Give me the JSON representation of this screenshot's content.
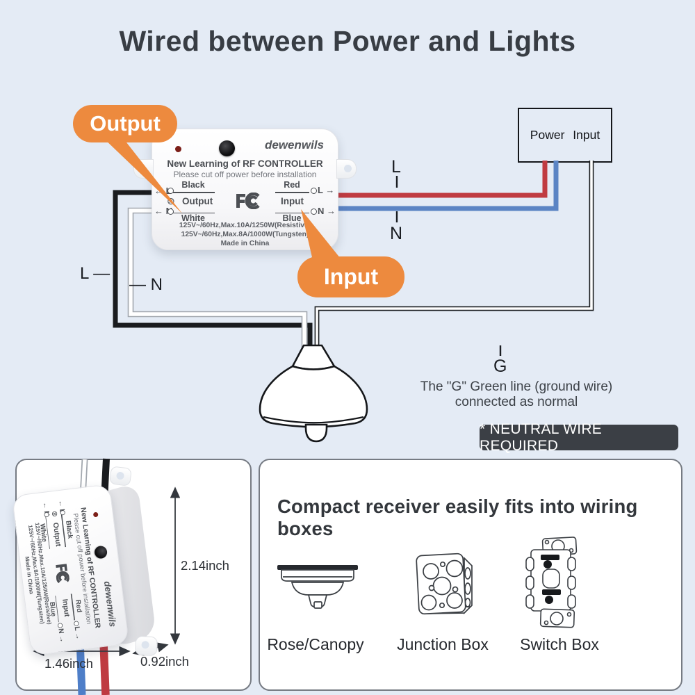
{
  "page_title": "Wired between Power and Lights",
  "colors": {
    "background": "#e4ebf5",
    "accent_orange": "#ed8a3e",
    "wire_red": "#c03b41",
    "wire_blue": "#5b84c4",
    "wire_black": "#1a1c1f",
    "dark_badge": "#3b3f45"
  },
  "main_diagram": {
    "output_badge": "Output",
    "input_badge": "Input",
    "power_box_label": "Power Input",
    "line_label_left": "L —",
    "neutral_label_left": "— N",
    "line_label_right": "L",
    "neutral_label_right": "N",
    "ground_label": "G",
    "ground_note_line1": "The \"G\" Green line (ground wire)",
    "ground_note_line2": "connected as normal",
    "neutral_badge": "* NEUTRAL WIRE REQUIRED"
  },
  "device": {
    "brand": "dewenwils",
    "heading": "New Learning of RF CONTROLLER",
    "subheading": "Please cut off power before installation",
    "terminals": {
      "arrow_l_left": "← L",
      "arrow_n_left": "← N",
      "black_label": "Black",
      "white_label": "White",
      "output_label": "Output",
      "lamp_symbol": "⊗",
      "red_label": "Red",
      "blue_label": "Blue",
      "input_label": "Input",
      "arrow_l_right": "L →",
      "arrow_n_right": "N →"
    },
    "rating_line1": "125V~/60Hz,Max.10A/1250W(Resistive)",
    "rating_line2": "125V~/60Hz,Max.8A/1000W(Tungsten)",
    "origin": "Made in China"
  },
  "dimensions_panel": {
    "height": "2.14inch",
    "width": "1.46inch",
    "depth": "0.92inch"
  },
  "wiring_boxes_panel": {
    "title": "Compact receiver easily fits into wiring boxes",
    "items": [
      {
        "label": "Rose/Canopy"
      },
      {
        "label": "Junction Box"
      },
      {
        "label": "Switch Box"
      }
    ]
  }
}
